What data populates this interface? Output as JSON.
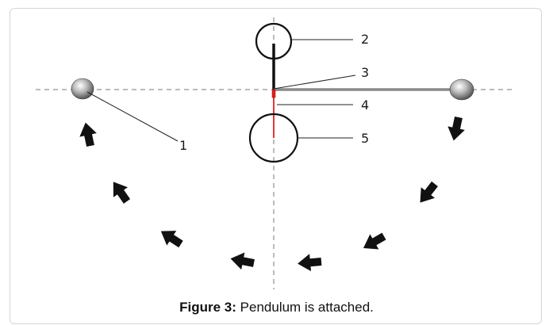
{
  "figure": {
    "callouts": [
      {
        "id": "1",
        "text": "1"
      },
      {
        "id": "2",
        "text": "2"
      },
      {
        "id": "3",
        "text": "3"
      },
      {
        "id": "4",
        "text": "4"
      },
      {
        "id": "5",
        "text": "5"
      }
    ],
    "colors": {
      "line": "#111111",
      "rod": "#8a8a8a",
      "red_segment": "#e02020",
      "dashed": "#777777"
    }
  },
  "caption": {
    "label": "Figure 3:",
    "text": "Pendulum is attached."
  }
}
